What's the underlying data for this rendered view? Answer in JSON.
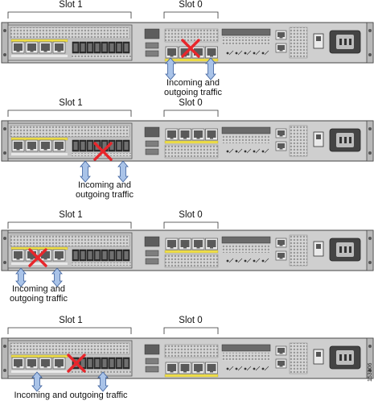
{
  "panels": [
    {
      "slot1_label": "Slot 1",
      "slot0_label": "Slot 0",
      "traffic_label_line1": "Incoming and",
      "traffic_label_line2": "outgoing traffic",
      "failed_port": "slot0"
    },
    {
      "slot1_label": "Slot 1",
      "slot0_label": "Slot 0",
      "traffic_label_line1": "Incoming and",
      "traffic_label_line2": "outgoing traffic",
      "failed_port": "slot1-sfp"
    },
    {
      "slot1_label": "Slot 1",
      "slot0_label": "Slot 0",
      "traffic_label_line1": "Incoming and",
      "traffic_label_line2": "outgoing traffic",
      "failed_port": "slot1-copper"
    },
    {
      "slot1_label": "Slot 1",
      "slot0_label": "Slot 0",
      "traffic_label_line1": "Incoming and outgoing traffic",
      "traffic_label_line2": "",
      "failed_port": "slot1-middle"
    }
  ],
  "figure_id": "153306",
  "colors": {
    "chassis": "#cfcfcf",
    "chassis_dark": "#8e8e8e",
    "port_highlight": "#f2e24a",
    "failure_x": "#e8262b",
    "arrow_fill": "#a9c3e8",
    "arrow_stroke": "#3b5f9c"
  }
}
